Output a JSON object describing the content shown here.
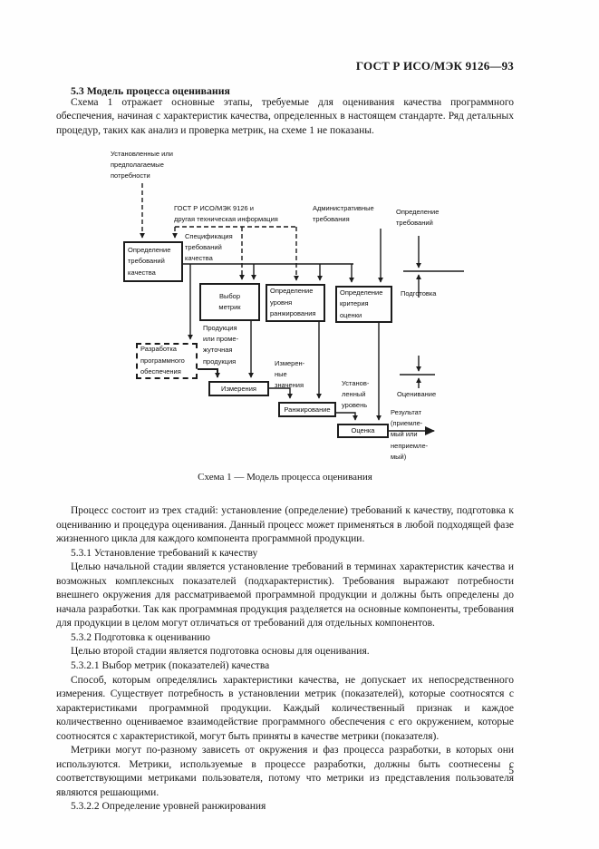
{
  "header": {
    "standard_ref": "ГОСТ Р ИСО/МЭК 9126—93",
    "page_number": "5"
  },
  "section": {
    "heading": "5.3 Модель процесса оценивания",
    "intro": "Схема 1 отражает основные этапы, требуемые для оценивания качества программного обеспечения, начиная с характеристик качества, определенных в настоящем стандарте. Ряд детальных процедур, таких как анализ и проверка метрик, на схеме 1 не показаны."
  },
  "diagram": {
    "caption": "Схема 1 — Модель процесса оценивания",
    "boxes": {
      "req": "Определение\nтребований\nкачества",
      "metrics": "Выбор\nметрик",
      "rank_level": "Определение\nуровня\nранжирования",
      "criteria": "Определение\nкритерия\nоценки",
      "dev": "Разработка\nпрограммного\nобеспечения",
      "measure": "Измерения",
      "ranking": "Ранжирование",
      "score": "Оценка"
    },
    "labels": {
      "needs": "Установленные или\nпредполагаемые\nпотребности",
      "gost": "ГОСТ Р ИСО/МЭК 9126 и\nдругая техническая информация",
      "spec": "Спецификация\nтребований\nкачества",
      "admin": "Административные\nтребования",
      "req_def": "Определение\nтребований",
      "prepare": "Подготовка",
      "evaluate": "Оценивание",
      "production": "Продукция\nили проме-\nжуточная\nпродукция",
      "measured": "Измерен-\nные\nзначения",
      "level": "Установ-\nленный\nуровень",
      "result": "Результат\n(приемле-\nмый или\nнеприемле-\nмый)"
    }
  },
  "body": {
    "paragraphs": [
      "Процесс состоит из трех стадий: установление (определение) требований к качеству, подготовка к оцениванию и процедура оценивания. Данный процесс может применяться в любой подходящей фазе жизненного цикла для каждого компонента программной продукции.",
      "5.3.1 Установление требований к качеству",
      "Целью начальной стадии является установление требований в терминах характеристик качества и возможных комплексных показателей (подхарактеристик). Требования выражают потребности внешнего окружения для рассматриваемой программной продукции и должны быть определены до начала разработки. Так как программная продукция разделяется на основные компоненты, требования для продукции в целом могут отличаться от требований для отдельных компонентов.",
      "5.3.2 Подготовка к оцениванию",
      "Целью второй стадии является подготовка основы для оценивания.",
      "5.3.2.1 Выбор метрик (показателей) качества",
      "Способ, которым определялись характеристики качества, не допускает их непосредственного измерения. Существует потребность в установлении метрик (показателей), которые соотносятся с характеристиками программной продукции. Каждый количественный признак и каждое количественно оцениваемое взаимодействие программного обеспечения с его окружением, которые соотносятся с характеристикой, могут быть приняты в качестве метрики (показателя).",
      "Метрики могут по-разному зависеть от окружения и фаз процесса разработки, в которых они используются. Метрики, используемые в процессе разработки, должны быть соотнесены с соответствующими метриками пользователя, потому что метрики из представления пользователя являются решающими.",
      "5.3.2.2 Определение уровней ранжирования"
    ]
  }
}
